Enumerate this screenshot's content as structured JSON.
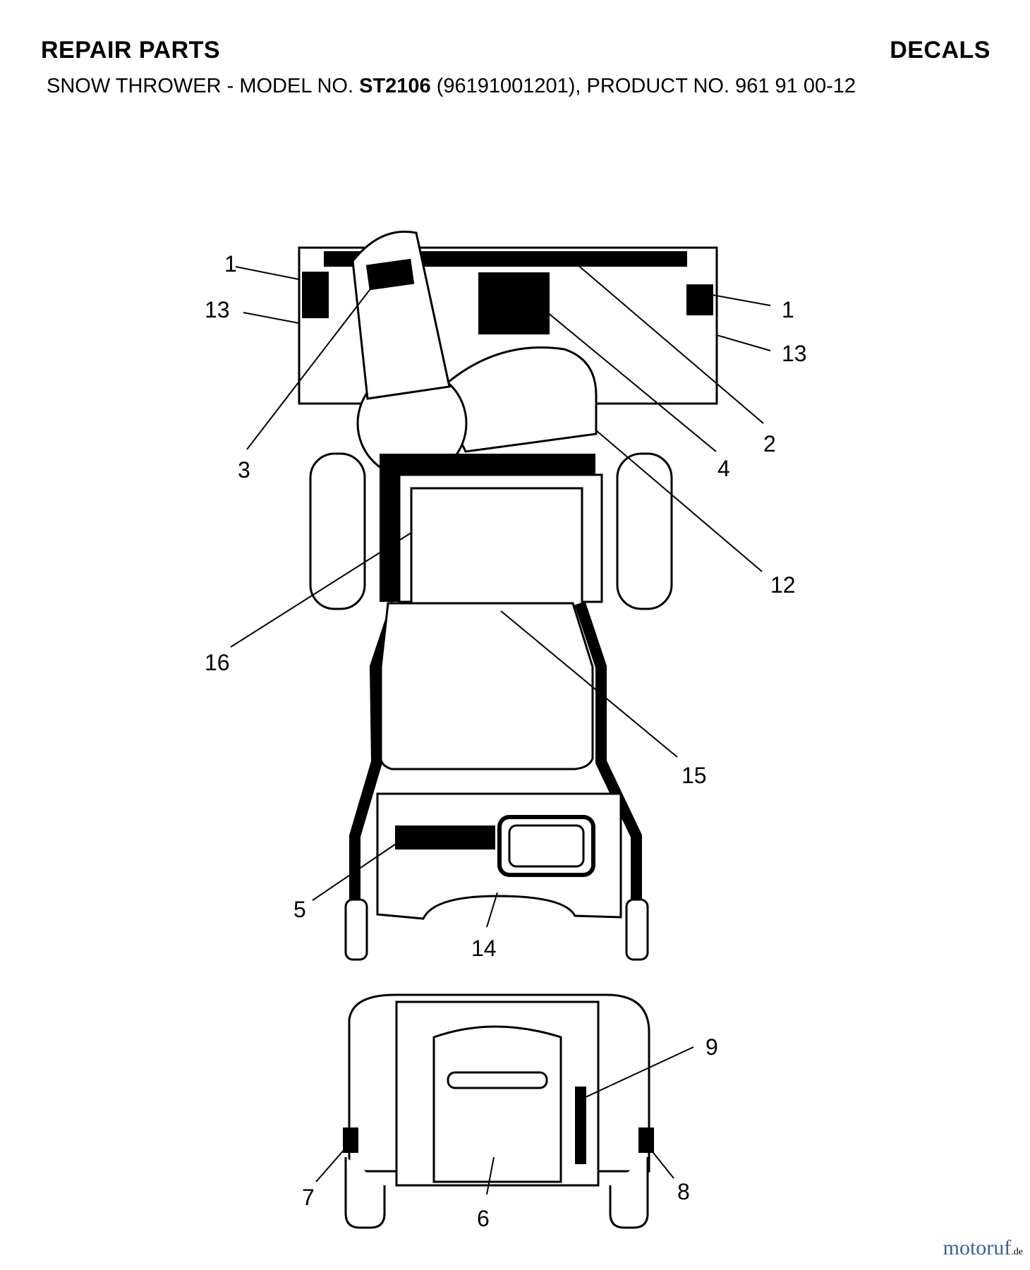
{
  "header": {
    "title": "REPAIR PARTS",
    "section": "DECALS",
    "subtitle_prefix": "SNOW THROWER - MODEL NO.",
    "model": "ST2106",
    "subtitle_suffix": "(96191001201), PRODUCT NO. 961 91 00-12"
  },
  "callouts": {
    "c1a": "1",
    "c1b": "1",
    "c2": "2",
    "c3": "3",
    "c4": "4",
    "c5": "5",
    "c6": "6",
    "c7": "7",
    "c8": "8",
    "c9": "9",
    "c12": "12",
    "c13a": "13",
    "c13b": "13",
    "c14": "14",
    "c15": "15",
    "c16": "16"
  },
  "watermark": {
    "text": "motoruf",
    "suffix": ".de"
  },
  "colors": {
    "line": "#000000",
    "background": "#ffffff",
    "wm_blue": "#3b5fa8",
    "wm_red": "#c0392b"
  }
}
